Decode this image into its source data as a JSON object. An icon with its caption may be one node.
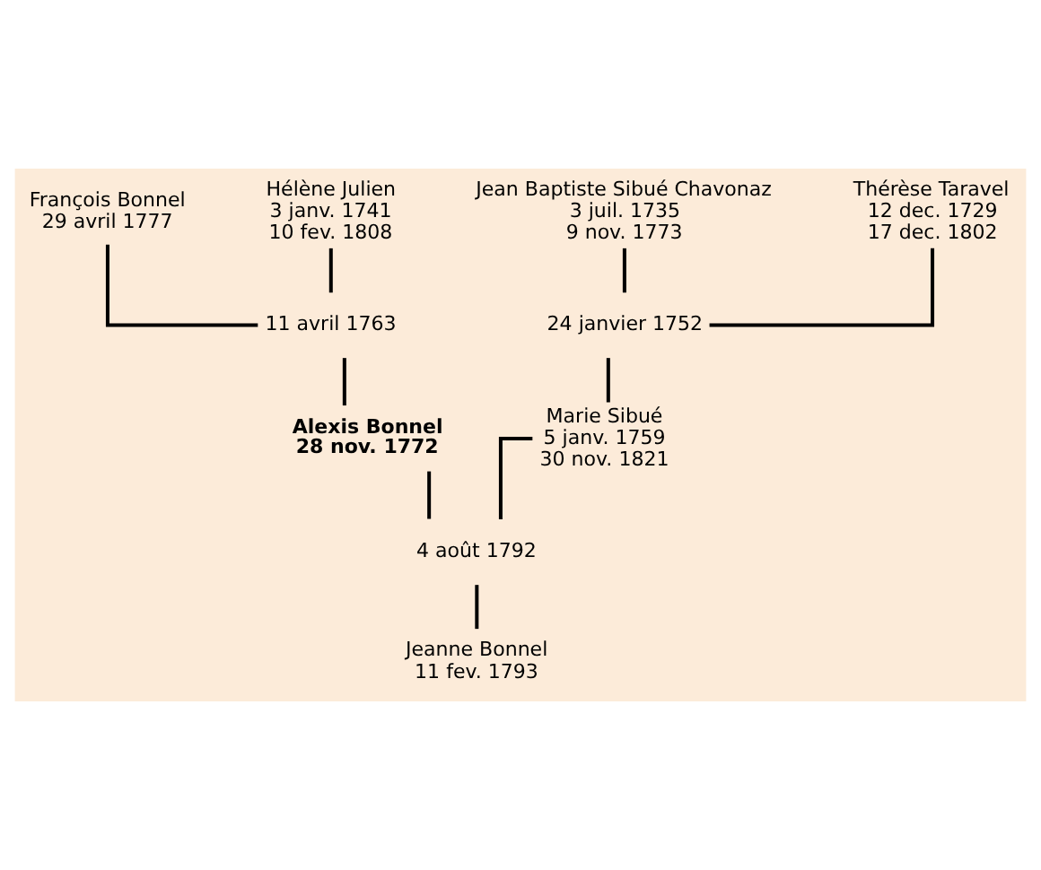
{
  "diagram": {
    "nodes": [
      {
        "text": [
          "François Bonnel",
          "29 avril 1777"
        ]
      },
      {
        "text": [
          "Hélène Julien",
          "3 janv. 1741",
          "10 fev. 1808"
        ]
      },
      {
        "text": [
          "Jean Baptiste Sibué Chavonaz",
          "3 juil. 1735",
          "9 nov. 1773"
        ]
      },
      {
        "text": [
          "Thérèse Taravel",
          "12 dec. 1729",
          "17 dec. 1802"
        ]
      },
      {
        "text": [
          "11 avril 1763"
        ]
      },
      {
        "text": [
          "24 janvier 1752"
        ]
      },
      {
        "text": [
          "Alexis Bonnel",
          "28 nov. 1772"
        ]
      },
      {
        "text": [
          "Marie Sibué",
          "5 janv. 1759",
          "30 nov. 1821"
        ]
      },
      {
        "text": [
          "4 août 1792"
        ]
      },
      {
        "text": [
          "Jeanne Bonnel",
          "11 fev. 1793"
        ]
      }
    ],
    "edges": [
      {
        "from": 0,
        "to": 4,
        "arrow": "none"
      },
      {
        "from": 1,
        "to": 4,
        "arrow": "none"
      },
      {
        "from": 4,
        "to": 6,
        "arrow": "none"
      },
      {
        "from": 2,
        "to": 5,
        "arrow": "none"
      },
      {
        "from": 3,
        "to": 5,
        "arrow": "none"
      },
      {
        "from": 5,
        "to": 7,
        "arrow": "none"
      },
      {
        "from": 6,
        "to": 8,
        "arrow": "none"
      },
      {
        "from": 7,
        "to": 8,
        "arrow": "none"
      },
      {
        "from": 8,
        "to": 9,
        "arrow": "none"
      }
    ]
  }
}
